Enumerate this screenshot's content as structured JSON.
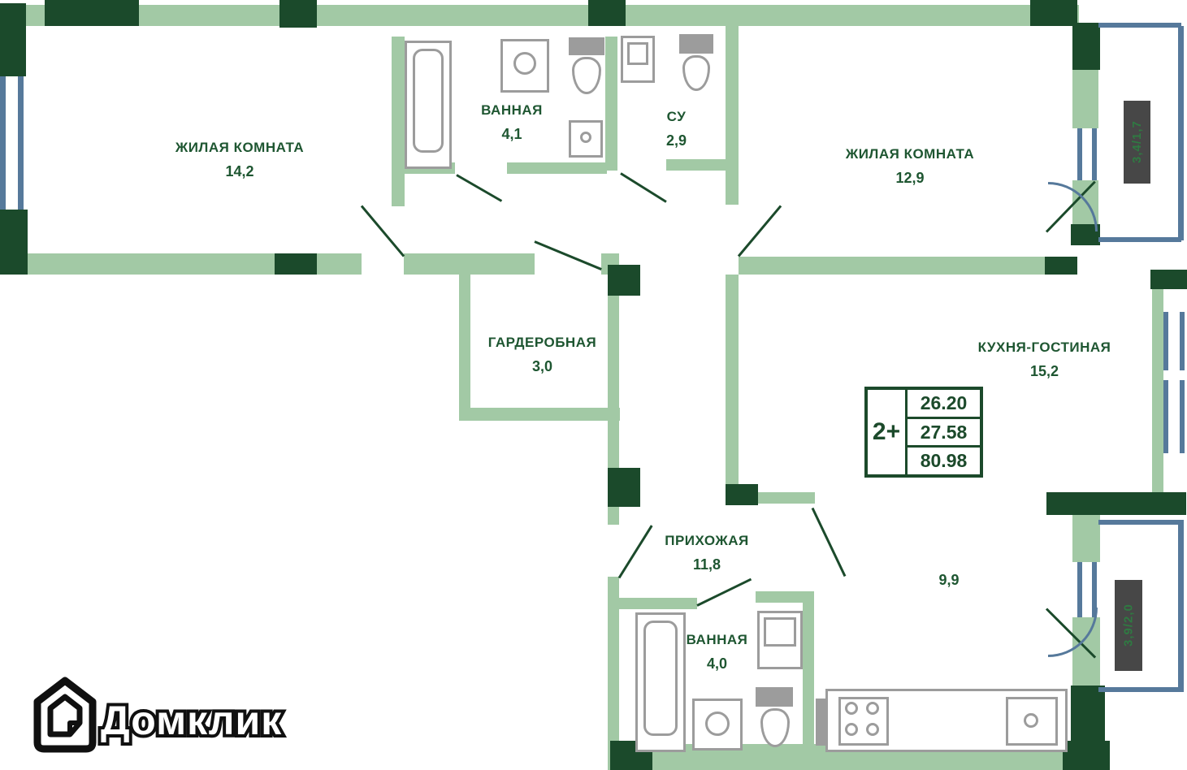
{
  "brand": {
    "logo_text": "Домклик"
  },
  "colors": {
    "wall_dark": "#1b4a2b",
    "wall_light": "#a2c9a5",
    "window_blue": "#56799b",
    "fixture_gray": "#9c9c9c",
    "label_green": "#1e5631",
    "shaft_gray": "#474747"
  },
  "rooms": {
    "living1": {
      "name": "ЖИЛАЯ КОМНАТА",
      "area": "14,2"
    },
    "bath1": {
      "name": "ВАННАЯ",
      "area": "4,1"
    },
    "wc": {
      "name": "СУ",
      "area": "2,9"
    },
    "living2": {
      "name": "ЖИЛАЯ КОМНАТА",
      "area": "12,9"
    },
    "wardrobe": {
      "name": "ГАРДЕРОБНАЯ",
      "area": "3,0"
    },
    "kitchen": {
      "name": "КУХНЯ-ГОСТИНАЯ",
      "area": "15,2"
    },
    "hall": {
      "name": "ПРИХОЖАЯ",
      "area": "11,8"
    },
    "bath2": {
      "name": "ВАННАЯ",
      "area": "4,0"
    },
    "kitchen_zone": {
      "area": "9,9"
    }
  },
  "loggias": {
    "top": {
      "label": "3,4/1,7"
    },
    "bottom": {
      "label": "3,9/2,0"
    }
  },
  "info_plate": {
    "type": "2+",
    "values": [
      "26.20",
      "27.58",
      "80.98"
    ]
  }
}
